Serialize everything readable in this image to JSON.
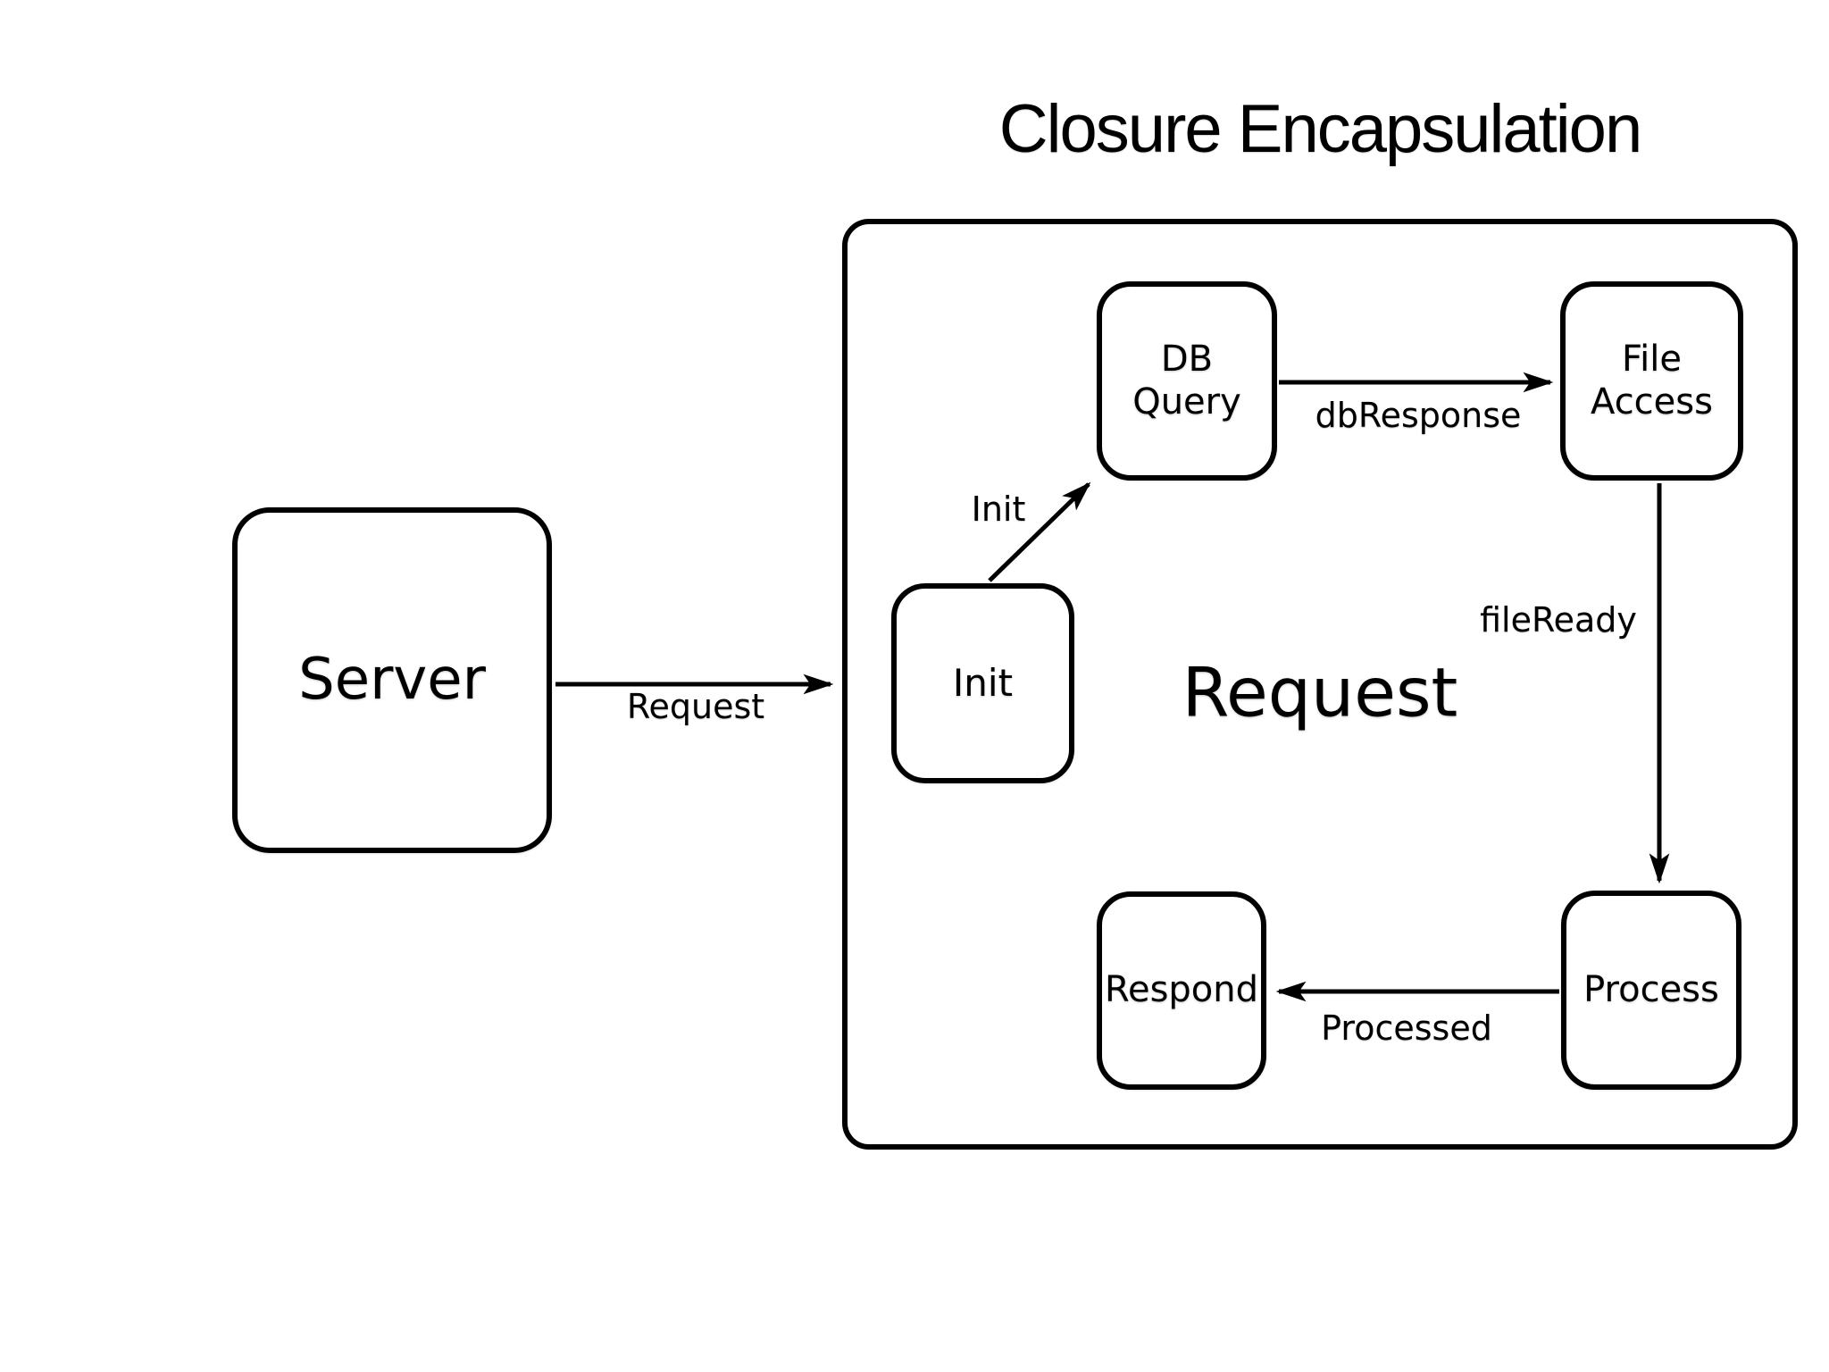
{
  "title": "Closure Encapsulation",
  "colors": {
    "stroke": "#000000",
    "background": "#ffffff",
    "text": "#000000"
  },
  "container": {
    "label": "Request"
  },
  "nodes": {
    "server": {
      "label": "Server"
    },
    "init": {
      "label": "Init"
    },
    "db_query": {
      "line1": "DB",
      "line2": "Query"
    },
    "file_access": {
      "line1": "File",
      "line2": "Access"
    },
    "process": {
      "label": "Process"
    },
    "respond": {
      "label": "Respond"
    }
  },
  "edges": [
    {
      "from": "Server",
      "to": "Request",
      "label": "Request"
    },
    {
      "from": "Init",
      "to": "DB Query",
      "label": "Init"
    },
    {
      "from": "DB Query",
      "to": "File Access",
      "label": "dbResponse"
    },
    {
      "from": "File Access",
      "to": "Process",
      "label": "fileReady"
    },
    {
      "from": "Process",
      "to": "Respond",
      "label": "Processed"
    }
  ]
}
